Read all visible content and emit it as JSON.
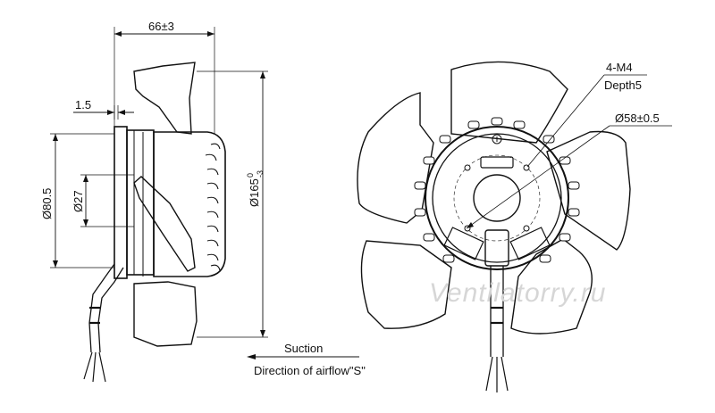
{
  "side_view": {
    "dim_depth": "66±3",
    "dim_offset": "1.5",
    "dim_outer_diameter": "Ø80.5",
    "dim_hub_diameter": "Ø27",
    "dim_overall_diameter_base": "Ø165",
    "dim_overall_diameter_tol_upper": "0",
    "dim_overall_diameter_tol_lower": "-3"
  },
  "front_view": {
    "thread_callout": "4-M4",
    "thread_depth": "Depth5",
    "bolt_circle": "Ø58±0.5"
  },
  "airflow": {
    "suction_label": "Suction",
    "direction_label": "Direction of airflow\"S\""
  },
  "watermark": "Ventilatorry.ru"
}
